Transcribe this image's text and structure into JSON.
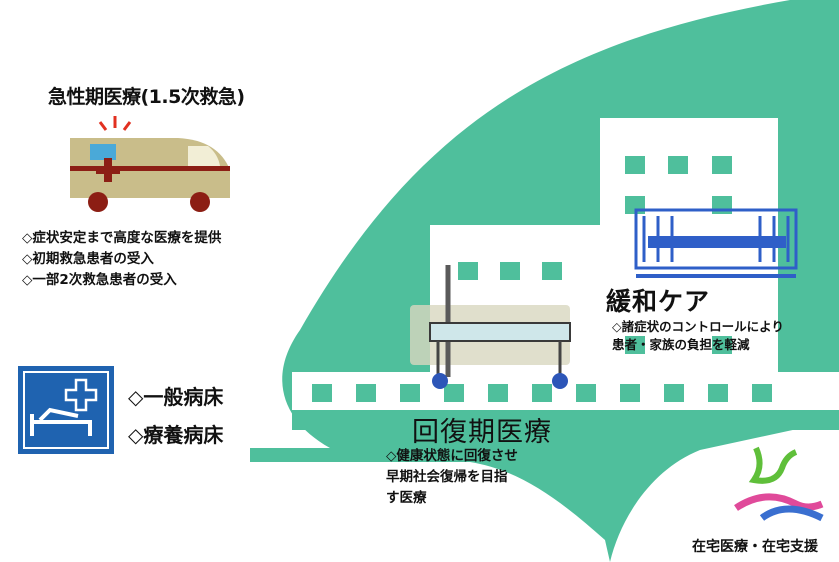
{
  "colors": {
    "teal": "#4fbf9c",
    "white": "#ffffff",
    "ambulance_body": "#c9bd8a",
    "ambulance_dark": "#8c1e14",
    "sign_blue": "#1f63b0",
    "bed_blue": "#2f5fc8",
    "home_pink": "#e04a9a",
    "home_blue": "#3a6fd0",
    "home_green": "#5fbf3a",
    "alert_red": "#e23020"
  },
  "acute": {
    "title": "急性期医療(1.5次救急)",
    "items": [
      "◇症状安定まで高度な医療を提供",
      "◇初期救急患者の受入",
      "◇一部2次救急患者の受入"
    ],
    "icon": "ambulance-icon"
  },
  "beds": {
    "icon": "hospital-bed-sign-icon",
    "items": [
      "◇一般病床",
      "◇療養病床"
    ]
  },
  "recovery": {
    "title": "回復期医療",
    "desc": [
      "◇健康状態に回復させ",
      "早期社会復帰を目指",
      "す医療"
    ],
    "icon": "stretcher-icon"
  },
  "palliative": {
    "title": "緩和ケア",
    "desc": [
      "◇諸症状のコントロールにより",
      "患者・家族の負担を軽減"
    ],
    "icon": "care-bed-icon"
  },
  "home": {
    "title": "在宅医療・在宅支援",
    "icon": "helping-hands-icon"
  }
}
